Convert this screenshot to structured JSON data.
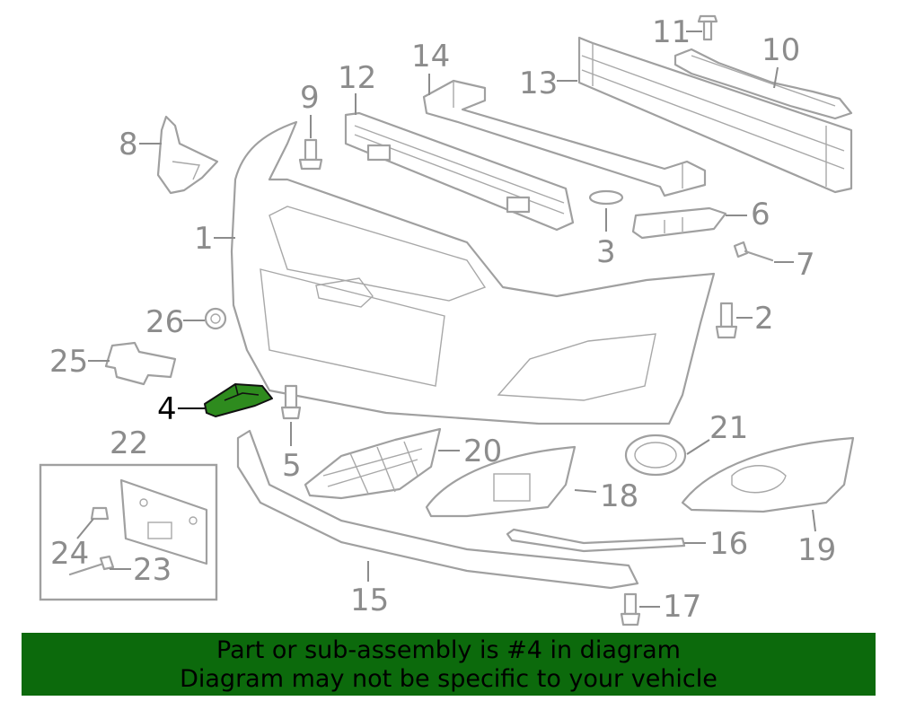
{
  "callouts": [
    {
      "id": "1",
      "label": "1"
    },
    {
      "id": "2",
      "label": "2"
    },
    {
      "id": "3",
      "label": "3"
    },
    {
      "id": "4",
      "label": "4",
      "highlighted": true
    },
    {
      "id": "5",
      "label": "5"
    },
    {
      "id": "6",
      "label": "6"
    },
    {
      "id": "7",
      "label": "7"
    },
    {
      "id": "8",
      "label": "8"
    },
    {
      "id": "9",
      "label": "9"
    },
    {
      "id": "10",
      "label": "10"
    },
    {
      "id": "11",
      "label": "11"
    },
    {
      "id": "12",
      "label": "12"
    },
    {
      "id": "13",
      "label": "13"
    },
    {
      "id": "14",
      "label": "14"
    },
    {
      "id": "15",
      "label": "15"
    },
    {
      "id": "16",
      "label": "16"
    },
    {
      "id": "17",
      "label": "17"
    },
    {
      "id": "18",
      "label": "18"
    },
    {
      "id": "19",
      "label": "19"
    },
    {
      "id": "20",
      "label": "20"
    },
    {
      "id": "21",
      "label": "21"
    },
    {
      "id": "22",
      "label": "22"
    },
    {
      "id": "23",
      "label": "23"
    },
    {
      "id": "24",
      "label": "24"
    },
    {
      "id": "25",
      "label": "25"
    },
    {
      "id": "26",
      "label": "26"
    }
  ],
  "banner": {
    "line1": "Part or sub-assembly is #4 in diagram",
    "line2": "Diagram may not be specific to your vehicle"
  },
  "colors": {
    "banner_bg": "#0c6a0c",
    "highlight_part": "#2e8b1e",
    "line_art": "#a0a0a0",
    "callout_text": "#8c8c8c"
  }
}
